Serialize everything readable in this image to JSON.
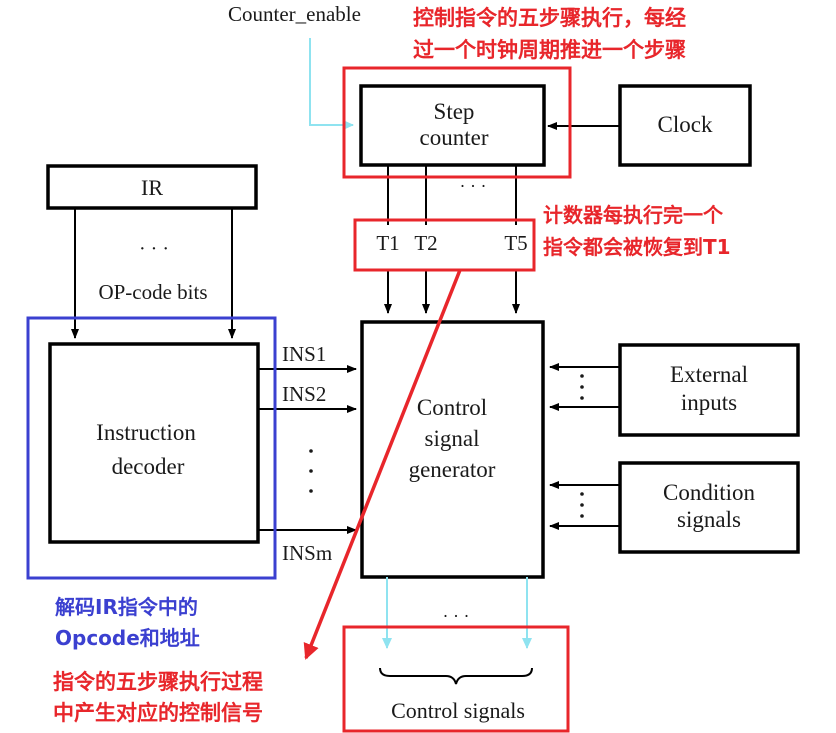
{
  "labels": {
    "counter_enable": "Counter_enable",
    "step_counter_l1": "Step",
    "step_counter_l2": "counter",
    "clock": "Clock",
    "ir": "IR",
    "ir_dots": "· · ·",
    "step_dots": "· · ·",
    "t1": "T1",
    "t2": "T2",
    "t5": "T5",
    "opcode_bits": "OP-code bits",
    "decoder_l1": "Instruction",
    "decoder_l2": "decoder",
    "ins1": "INS1",
    "ins2": "INS2",
    "insm": "INSm",
    "csg_l1": "Control",
    "csg_l2": "signal",
    "csg_l3": "generator",
    "ext_l1": "External",
    "ext_l2": "inputs",
    "cond_l1": "Condition",
    "cond_l2": "signals",
    "out_dots": "· · ·",
    "control_signals": "Control signals"
  },
  "annotations": {
    "step_note_l1": "控制指令的五步骤执行，每经",
    "step_note_l2": "过一个时钟周期推进一个步骤",
    "counter_note_l1": "计数器每执行完一个",
    "counter_note_l2": "指令都会被恢复到T1",
    "decoder_note_l1": "解码IR指令中的",
    "decoder_note_l2": "Opcode和地址",
    "csg_note_l1": "指令的五步骤执行过程",
    "csg_note_l2": "中产生对应的控制信号"
  },
  "colors": {
    "highlight_red": "#e8262b",
    "highlight_blue": "#3b40d0",
    "signal_cyan": "#8fe3f0",
    "line_black": "#000000"
  }
}
